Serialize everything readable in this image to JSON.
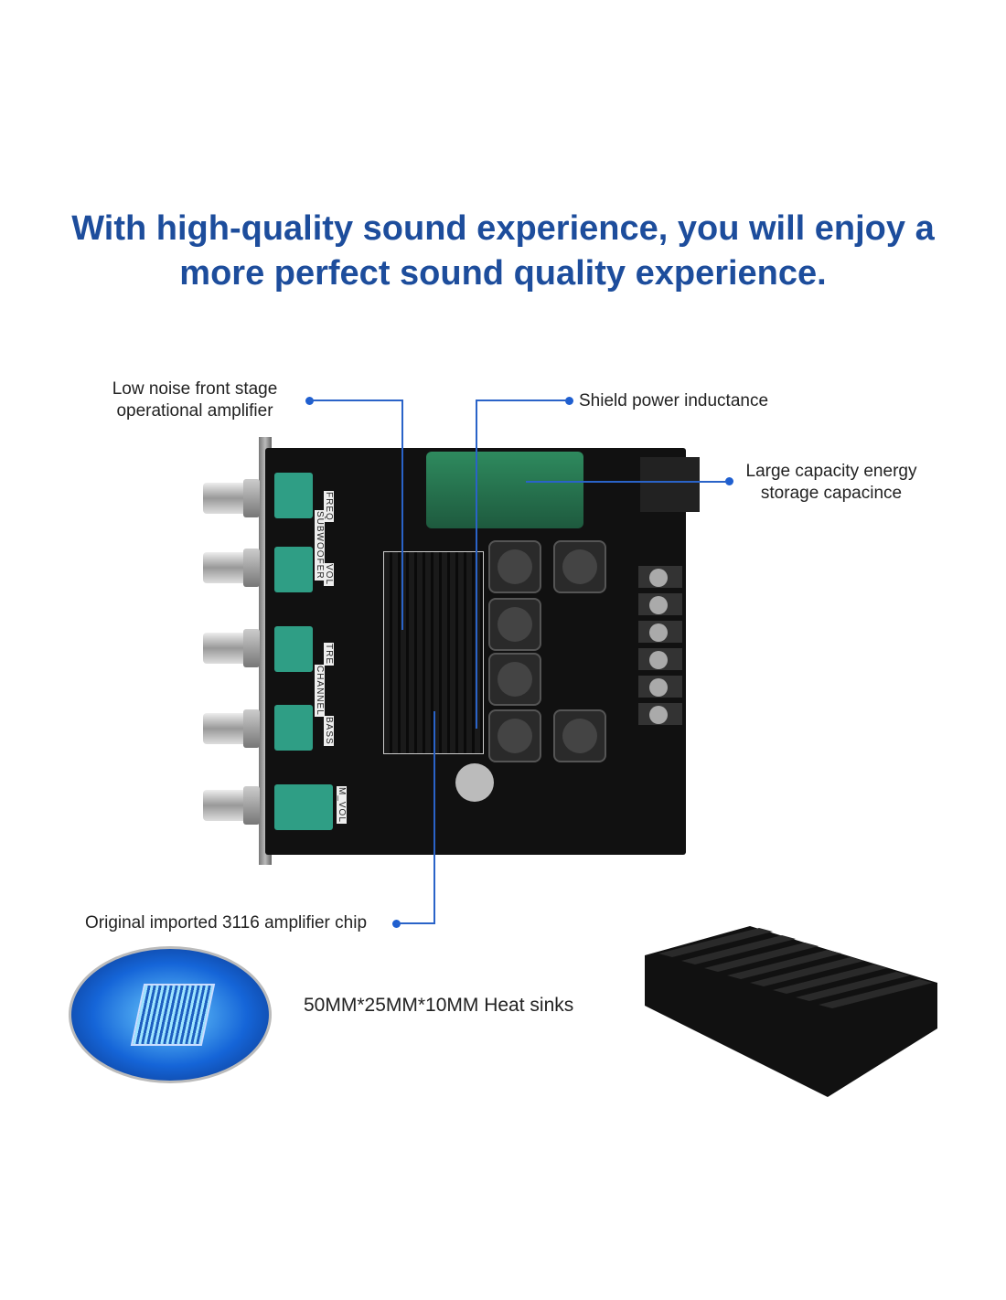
{
  "title": {
    "line1": "With high-quality sound experience, you will enjoy a",
    "line2": "more perfect sound quality experience."
  },
  "callouts": {
    "op_amp": {
      "line1": "Low noise front stage",
      "line2": "operational amplifier"
    },
    "inductance": "Shield power inductance",
    "capacitor": {
      "line1": "Large capacity energy",
      "line2": "storage capacince"
    },
    "chip": "Original imported 3116 amplifier chip",
    "heatsink": "50MM*25MM*10MM Heat sinks"
  },
  "board_labels": {
    "freq": "FREQ",
    "subwoofer": "SUBWOOFER",
    "vol": "VOL",
    "tre": "TRE",
    "channel": "CHANNEL",
    "bass": "BASS",
    "m_vol": "M_VOL"
  },
  "colors": {
    "title": "#1d4d9c",
    "callout_line": "#2a63c8"
  }
}
